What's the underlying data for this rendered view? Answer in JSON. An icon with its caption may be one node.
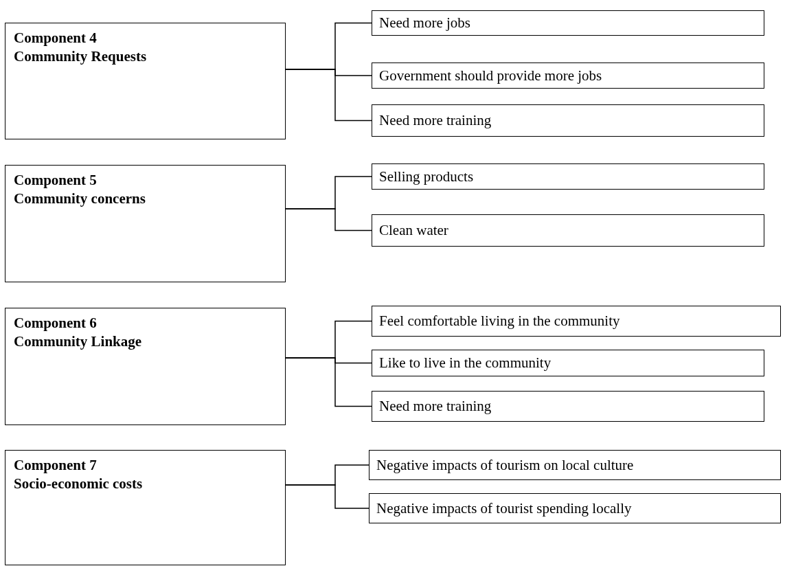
{
  "diagram": {
    "nodes": [
      {
        "text": [
          "Component 4",
          "Community Requests"
        ]
      },
      {
        "text": [
          "Need more jobs"
        ]
      },
      {
        "text": [
          "Government should provide more jobs"
        ]
      },
      {
        "text": [
          "Need more training"
        ]
      },
      {
        "text": [
          "Component 5",
          "Community concerns"
        ]
      },
      {
        "text": [
          "Selling products"
        ]
      },
      {
        "text": [
          "Clean water"
        ]
      },
      {
        "text": [
          "Component 6",
          "Community Linkage"
        ]
      },
      {
        "text": [
          "Feel comfortable living in the community"
        ]
      },
      {
        "text": [
          "Like to live in the community"
        ]
      },
      {
        "text": [
          "Need more training"
        ]
      },
      {
        "text": [
          "Component 7",
          "Socio-economic costs"
        ]
      },
      {
        "text": [
          "Negative impacts of tourism on local culture"
        ]
      },
      {
        "text": [
          "Negative impacts of tourist spending locally"
        ]
      }
    ],
    "edges": [
      {
        "from": 0,
        "to": 1,
        "arrow": "none"
      },
      {
        "from": 0,
        "to": 2,
        "arrow": "none"
      },
      {
        "from": 0,
        "to": 3,
        "arrow": "none"
      },
      {
        "from": 4,
        "to": 5,
        "arrow": "none"
      },
      {
        "from": 4,
        "to": 6,
        "arrow": "none"
      },
      {
        "from": 7,
        "to": 8,
        "arrow": "none"
      },
      {
        "from": 7,
        "to": 9,
        "arrow": "none"
      },
      {
        "from": 7,
        "to": 10,
        "arrow": "none"
      },
      {
        "from": 11,
        "to": 12,
        "arrow": "none"
      },
      {
        "from": 11,
        "to": 13,
        "arrow": "none"
      }
    ]
  }
}
